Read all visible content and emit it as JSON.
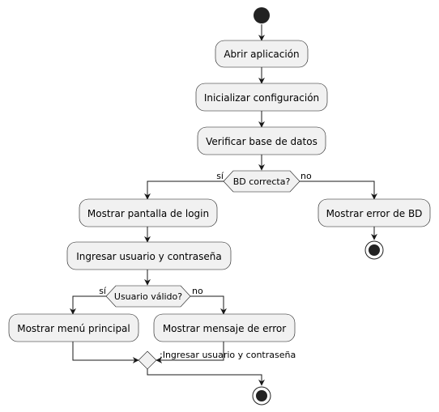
{
  "activities": {
    "abrir": "Abrir aplicación",
    "inicializar": "Inicializar configuración",
    "verificar": "Verificar base de datos",
    "mostrar_login": "Mostrar pantalla de login",
    "ingresar": "Ingresar usuario y contraseña",
    "mostrar_menu": "Mostrar menú principal",
    "mostrar_mensaje_error": "Mostrar mensaje de error",
    "mostrar_error_bd": "Mostrar error de BD"
  },
  "decisions": {
    "bd_correcta": {
      "label": "BD correcta?",
      "yes": "sí",
      "no": "no"
    },
    "usuario_valido": {
      "label": "Usuario válido?",
      "yes": "sí",
      "no": "no"
    }
  },
  "notes": {
    "loop_label": ":Ingresar usuario y contraseña"
  },
  "colors": {
    "node_fill": "#f1f1f1",
    "stroke": "#181818",
    "start_end": "#222222"
  }
}
